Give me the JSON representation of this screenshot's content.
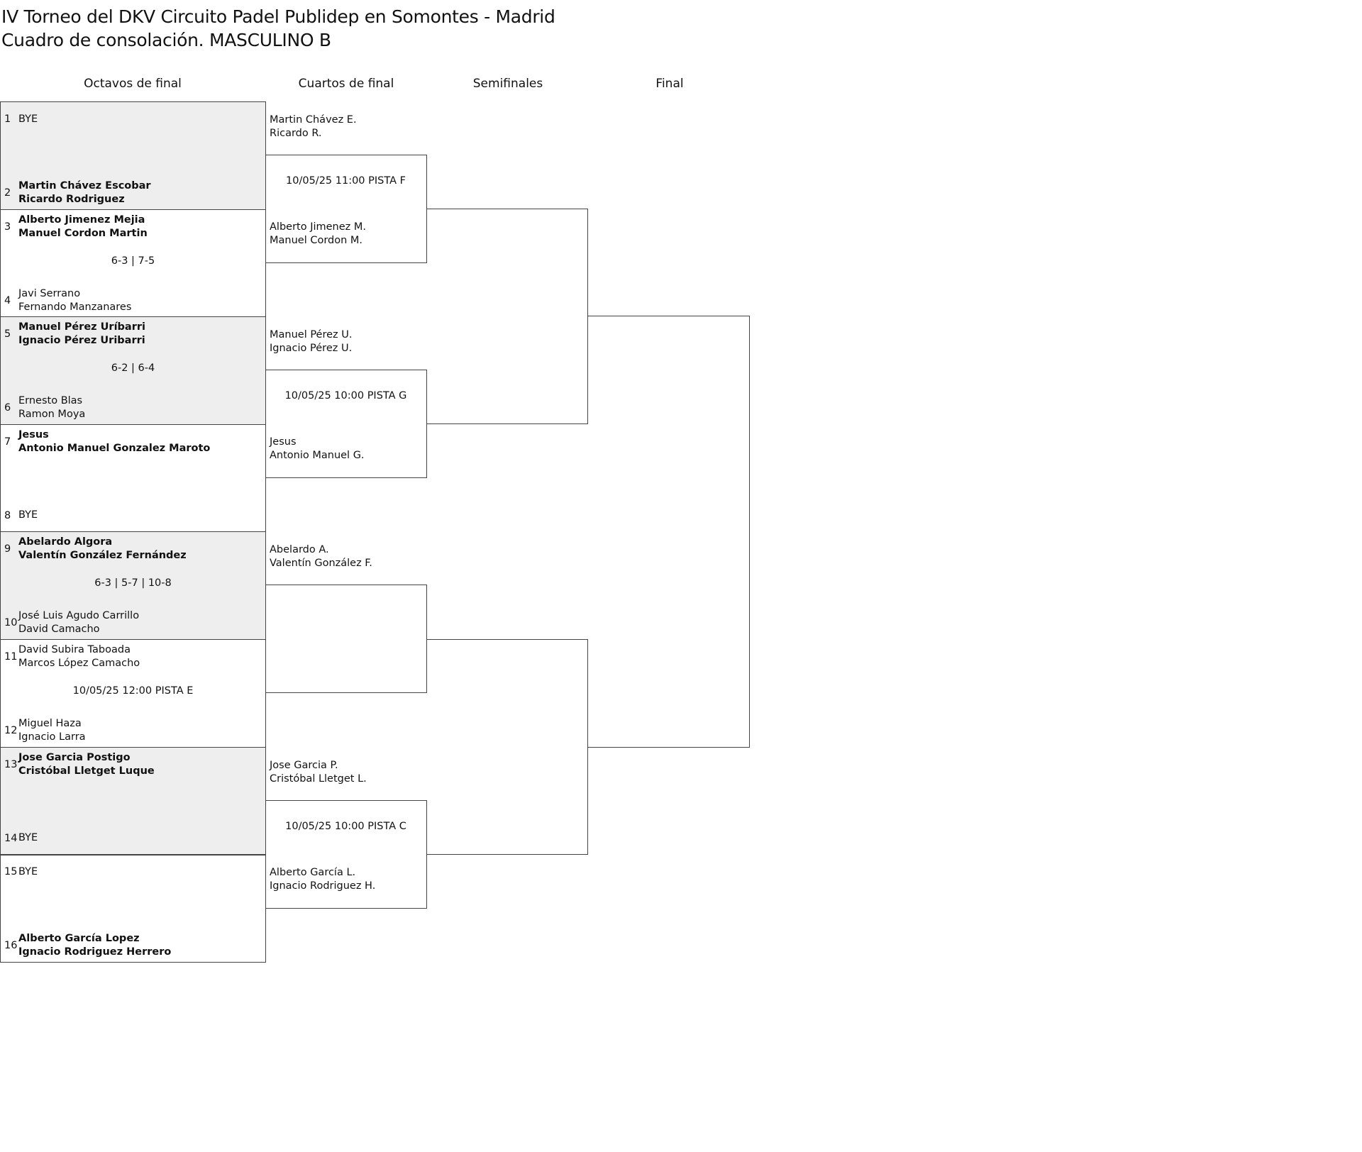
{
  "header": {
    "title": "IV Torneo del DKV Circuito Padel Publidep en Somontes - Madrid",
    "subtitle": "Cuadro de consolación. MASCULINO B"
  },
  "rounds": [
    "Octavos de final",
    "Cuartos de final",
    "Semifinales",
    "Final"
  ],
  "octavos": [
    {
      "top": {
        "seed": "1",
        "names": [
          "BYE"
        ],
        "winner": false
      },
      "bottom": {
        "seed": "2",
        "names": [
          "Martin Chávez Escobar",
          "Ricardo Rodriguez"
        ],
        "winner": true
      },
      "info": ""
    },
    {
      "top": {
        "seed": "3",
        "names": [
          "Alberto Jimenez Mejia",
          "Manuel Cordon Martin"
        ],
        "winner": true
      },
      "bottom": {
        "seed": "4",
        "names": [
          "Javi Serrano",
          "Fernando Manzanares"
        ],
        "winner": false
      },
      "info": "6-3 | 7-5"
    },
    {
      "top": {
        "seed": "5",
        "names": [
          "Manuel Pérez Uríbarri",
          "Ignacio Pérez Uribarri"
        ],
        "winner": true
      },
      "bottom": {
        "seed": "6",
        "names": [
          "Ernesto Blas",
          "Ramon Moya"
        ],
        "winner": false
      },
      "info": "6-2 | 6-4"
    },
    {
      "top": {
        "seed": "7",
        "names": [
          "Jesus",
          "Antonio Manuel Gonzalez Maroto"
        ],
        "winner": true
      },
      "bottom": {
        "seed": "8",
        "names": [
          "BYE"
        ],
        "winner": false
      },
      "info": ""
    },
    {
      "top": {
        "seed": "9",
        "names": [
          "Abelardo Algora",
          "Valentín González Fernández"
        ],
        "winner": true
      },
      "bottom": {
        "seed": "10",
        "names": [
          "José Luis Agudo Carrillo",
          "David Camacho"
        ],
        "winner": false
      },
      "info": "6-3 | 5-7 | 10-8"
    },
    {
      "top": {
        "seed": "11",
        "names": [
          "David Subira Taboada",
          "Marcos López Camacho"
        ],
        "winner": false
      },
      "bottom": {
        "seed": "12",
        "names": [
          "Miguel Haza",
          "Ignacio Larra"
        ],
        "winner": false
      },
      "info": "10/05/25 12:00 PISTA E"
    },
    {
      "top": {
        "seed": "13",
        "names": [
          "Jose Garcia Postigo",
          "Cristóbal Lletget Luque"
        ],
        "winner": true
      },
      "bottom": {
        "seed": "14",
        "names": [
          "BYE"
        ],
        "winner": false
      },
      "info": ""
    },
    {
      "top": {
        "seed": "15",
        "names": [
          "BYE"
        ],
        "winner": false
      },
      "bottom": {
        "seed": "16",
        "names": [
          "Alberto García Lopez",
          "Ignacio Rodriguez Herrero"
        ],
        "winner": true
      },
      "info": ""
    }
  ],
  "cuartos": [
    {
      "top": [
        "Martin Chávez E.",
        "Ricardo R."
      ],
      "info": "10/05/25 11:00 PISTA F",
      "bottom": [
        "Alberto Jimenez M.",
        "Manuel Cordon M."
      ]
    },
    {
      "top": [
        "Manuel Pérez U.",
        "Ignacio Pérez U."
      ],
      "info": "10/05/25 10:00 PISTA G",
      "bottom": [
        "Jesus",
        "Antonio Manuel G."
      ]
    },
    {
      "top": [
        "Abelardo A.",
        "Valentín González F."
      ],
      "info": "",
      "bottom": []
    },
    {
      "top": [
        "Jose Garcia P.",
        "Cristóbal Lletget L."
      ],
      "info": "10/05/25 10:00 PISTA C",
      "bottom": [
        "Alberto García L.",
        "Ignacio Rodriguez H."
      ]
    }
  ]
}
